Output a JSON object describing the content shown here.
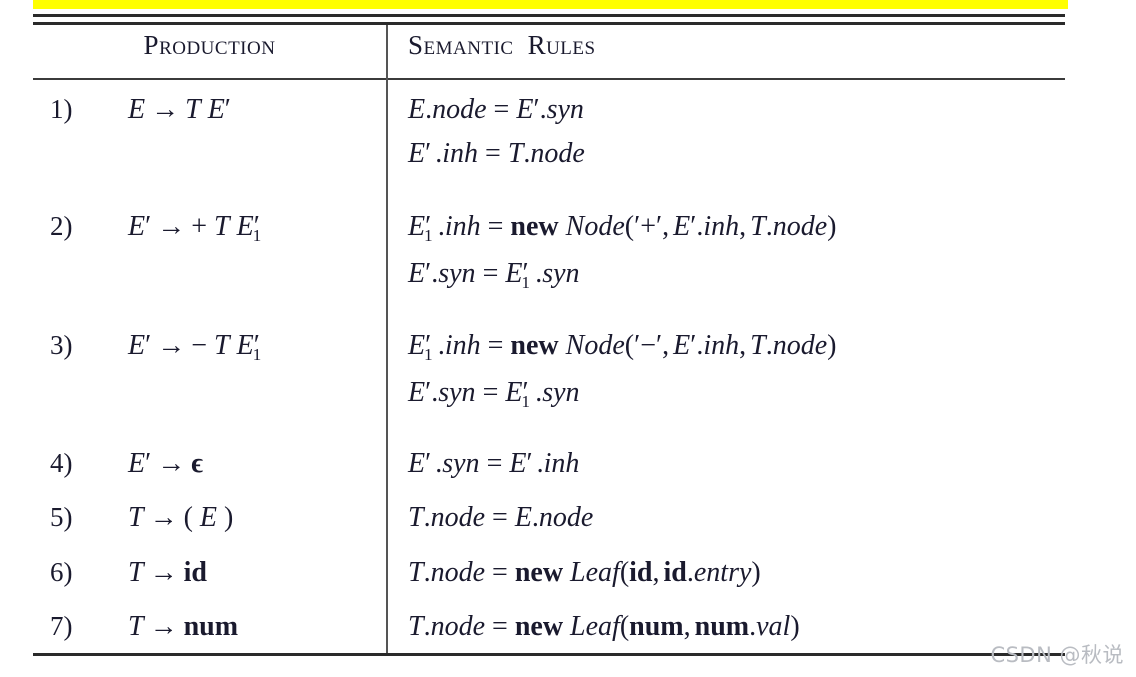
{
  "document": {
    "type": "textbook-figure-table",
    "caption_absent": true
  },
  "highlight": {
    "color": "#ffff00"
  },
  "table": {
    "headers": {
      "production": "Production",
      "semantic_rules_a": "Semantic",
      "semantic_rules_b": "Rules"
    },
    "rows": [
      {
        "number": "1)",
        "production": "E → T E′",
        "production_parts": {
          "lhs": "E",
          "arrow": "→",
          "rhs": "T E′"
        },
        "rules": [
          "E.node = E′.syn",
          "E′.inh = T.node"
        ]
      },
      {
        "number": "2)",
        "production": "E′ → + T E′₁",
        "production_parts": {
          "lhs": "E′",
          "arrow": "→",
          "rhs": "+ T E′₁"
        },
        "rules": [
          "E′₁.inh = new Node('+', E′.inh, T.node)",
          "E′.syn = E′₁.syn"
        ]
      },
      {
        "number": "3)",
        "production": "E′ → − T E′₁",
        "production_parts": {
          "lhs": "E′",
          "arrow": "→",
          "rhs": "− T E′₁"
        },
        "rules": [
          "E′₁.inh = new Node('−', E′.inh, T.node)",
          "E′.syn = E′₁.syn"
        ]
      },
      {
        "number": "4)",
        "production": "E′ → ϵ",
        "production_parts": {
          "lhs": "E′",
          "arrow": "→",
          "rhs": "ϵ"
        },
        "rules": [
          "E′.syn = E′.inh"
        ]
      },
      {
        "number": "5)",
        "production": "T → ( E )",
        "production_parts": {
          "lhs": "T",
          "arrow": "→",
          "rhs": "( E )"
        },
        "rules": [
          "T.node = E.node"
        ]
      },
      {
        "number": "6)",
        "production": "T → id",
        "production_parts": {
          "lhs": "T",
          "arrow": "→",
          "rhs": "id"
        },
        "rules": [
          "T.node = new Leaf(id, id.entry)"
        ]
      },
      {
        "number": "7)",
        "production": "T → num",
        "production_parts": {
          "lhs": "T",
          "arrow": "→",
          "rhs": "num"
        },
        "rules": [
          "T.node = new Leaf(num, num.val)"
        ]
      }
    ],
    "keywords": [
      "new"
    ],
    "nonterminals": [
      "E",
      "E′",
      "T"
    ],
    "terminals": [
      "+",
      "−",
      "(",
      ")",
      "id",
      "num",
      "ϵ"
    ],
    "functions": [
      "Node",
      "Leaf"
    ],
    "attributes": [
      "node",
      "syn",
      "inh",
      "entry",
      "val"
    ]
  },
  "watermark": {
    "text": "CSDN @秋说"
  }
}
